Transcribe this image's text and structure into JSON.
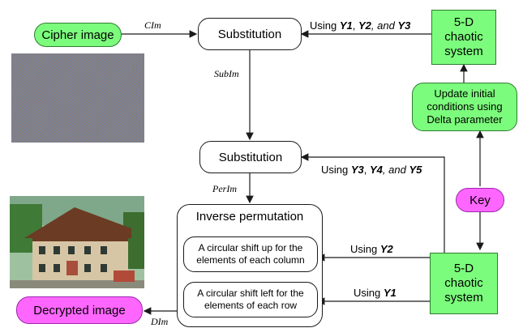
{
  "nodes": {
    "cipher_image": "Cipher image",
    "substitution_top": "Substitution",
    "substitution_mid": "Substitution",
    "chaotic_top": [
      "5-D",
      "chaotic",
      "system"
    ],
    "update": [
      "Update initial",
      "conditions using",
      "Delta parameter"
    ],
    "key": "Key",
    "inverse_permutation": "Inverse permutation",
    "shift_up": [
      "A circular shift up for the",
      "elements of each column"
    ],
    "shift_left": [
      "A circular shift left for the",
      "elements of each row"
    ],
    "chaotic_bottom": [
      "5-D",
      "chaotic",
      "system"
    ],
    "decrypted_image": "Decrypted image"
  },
  "edge_labels": {
    "cim": "CIm",
    "subim": "SubIm",
    "perim": "PerIm",
    "dim": "DIm",
    "using_top_prefix": "Using ",
    "using_top_y1": "Y1",
    "using_top_sep1": ", ",
    "using_top_y2": "Y2",
    "using_top_sep2": ", and ",
    "using_top_y3": "Y3",
    "using_mid_prefix": "Using ",
    "using_mid_y3": "Y3",
    "using_mid_sep1": ", ",
    "using_mid_y4": "Y4",
    "using_mid_sep2": ", and ",
    "using_mid_y5": "Y5",
    "using_y2_prefix": "Using ",
    "using_y2": "Y2",
    "using_y1_prefix": "Using ",
    "using_y1": "Y1"
  },
  "colors": {
    "green": "#7cfc7c",
    "magenta": "#ff66ff",
    "line": "#1a1a1a"
  },
  "images": {
    "cipher_noise": "noise-image",
    "decrypted_house": "house-photo"
  }
}
